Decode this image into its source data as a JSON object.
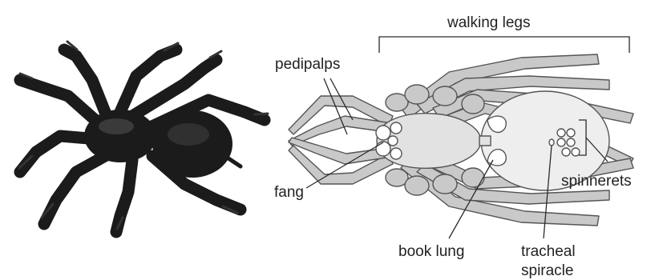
{
  "labels": {
    "walking_legs": "walking legs",
    "pedipalps": "pedipalps",
    "fang": "fang",
    "spinnerets": "spinnerets",
    "book_lung": "book lung",
    "tracheal_line1": "tracheal",
    "tracheal_line2": "spiracle"
  },
  "colors": {
    "photo_spider": "#1b1b1b",
    "diagram_leg_fill": "#c9c9c9",
    "diagram_outline": "#555555",
    "abdomen_fill": "#eeeeee",
    "label_text": "#222222"
  }
}
